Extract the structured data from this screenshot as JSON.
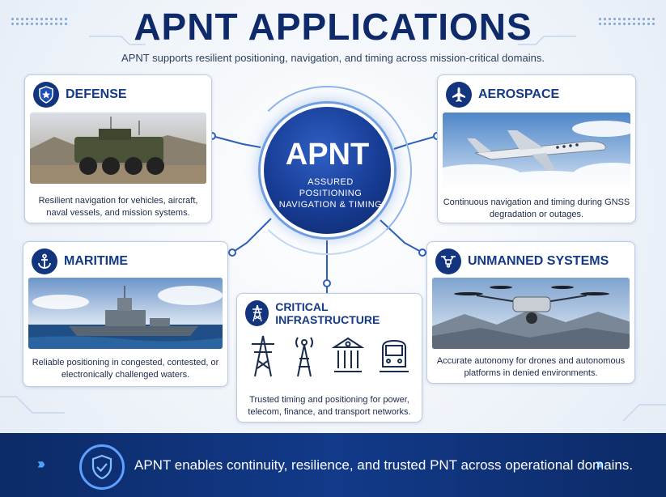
{
  "header": {
    "title": "APNT APPLICATIONS",
    "subtitle": "APNT supports resilient positioning, navigation, and timing across mission-critical domains."
  },
  "hub": {
    "title": "APNT",
    "subtitle": "ASSURED POSITIONING NAVIGATION & TIMING"
  },
  "cards": {
    "defense": {
      "title": "DEFENSE",
      "icon": "star-shield-icon",
      "description": "Resilient navigation for vehicles, aircraft, naval vessels, and mission systems."
    },
    "aerospace": {
      "title": "AEROSPACE",
      "icon": "airplane-icon",
      "description": "Continuous navigation and timing during GNSS degradation or outages."
    },
    "maritime": {
      "title": "MARITIME",
      "icon": "anchor-icon",
      "description": "Reliable positioning in congested, contested, or electronically challenged waters."
    },
    "unmanned": {
      "title": "UNMANNED SYSTEMS",
      "icon": "drone-icon",
      "description": "Accurate autonomy for drones and autonomous platforms in denied environments."
    },
    "infrastructure": {
      "title": "CRITICAL INFRASTRUCTURE",
      "icon": "power-tower-icon",
      "description": "Trusted timing and positioning for power, telecom, finance, and transport networks."
    }
  },
  "footer": {
    "text": "APNT enables continuity, resilience, and trusted PNT across operational domains."
  },
  "colors": {
    "navy": "#0f2a6b",
    "accent": "#1a4fb0",
    "footer": "#0c2a66"
  }
}
